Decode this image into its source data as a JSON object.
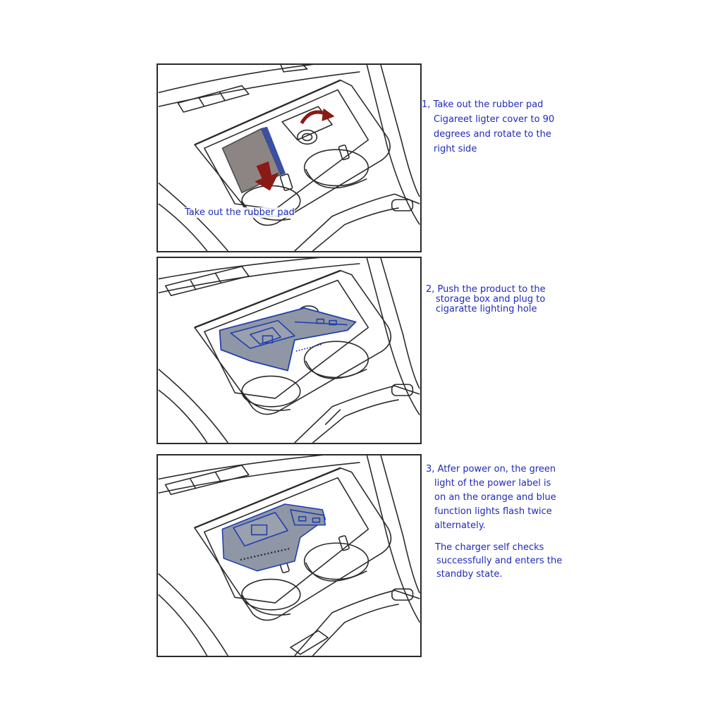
{
  "colors": {
    "caption": "#1f2ab8",
    "line": "#2a2a2a",
    "arrow": "#8a1a14",
    "pad": "#8c8584",
    "device": "#8f96a5",
    "device_outline": "#1f3fae"
  },
  "steps": [
    {
      "lines": [
        "1, Take out the rubber pad",
        "Cigareet ligter cover to 90",
        "degrees and rotate to the",
        "right side"
      ],
      "panel_label": "Take out the rubber pad"
    },
    {
      "lines": [
        "2, Push the product to the",
        "storage box and plug to",
        "cigaratte lighting hole"
      ]
    },
    {
      "lines": [
        "3, Atfer power on, the green",
        "light of the power label is",
        "on an the orange and blue",
        "function lights flash twice",
        "alternately."
      ],
      "note_lines": [
        "The charger self checks",
        "successfully and enters the",
        "standby state."
      ]
    }
  ],
  "icons": {
    "step1": [
      "rubber-pad-icon",
      "down-arrow-icon",
      "rotate-arrow-icon",
      "cigarette-lighter-icon",
      "cup-holder-icon"
    ],
    "step2": [
      "wireless-charger-icon",
      "cup-holder-icon"
    ],
    "step3": [
      "wireless-charger-icon",
      "cup-holder-icon"
    ]
  }
}
